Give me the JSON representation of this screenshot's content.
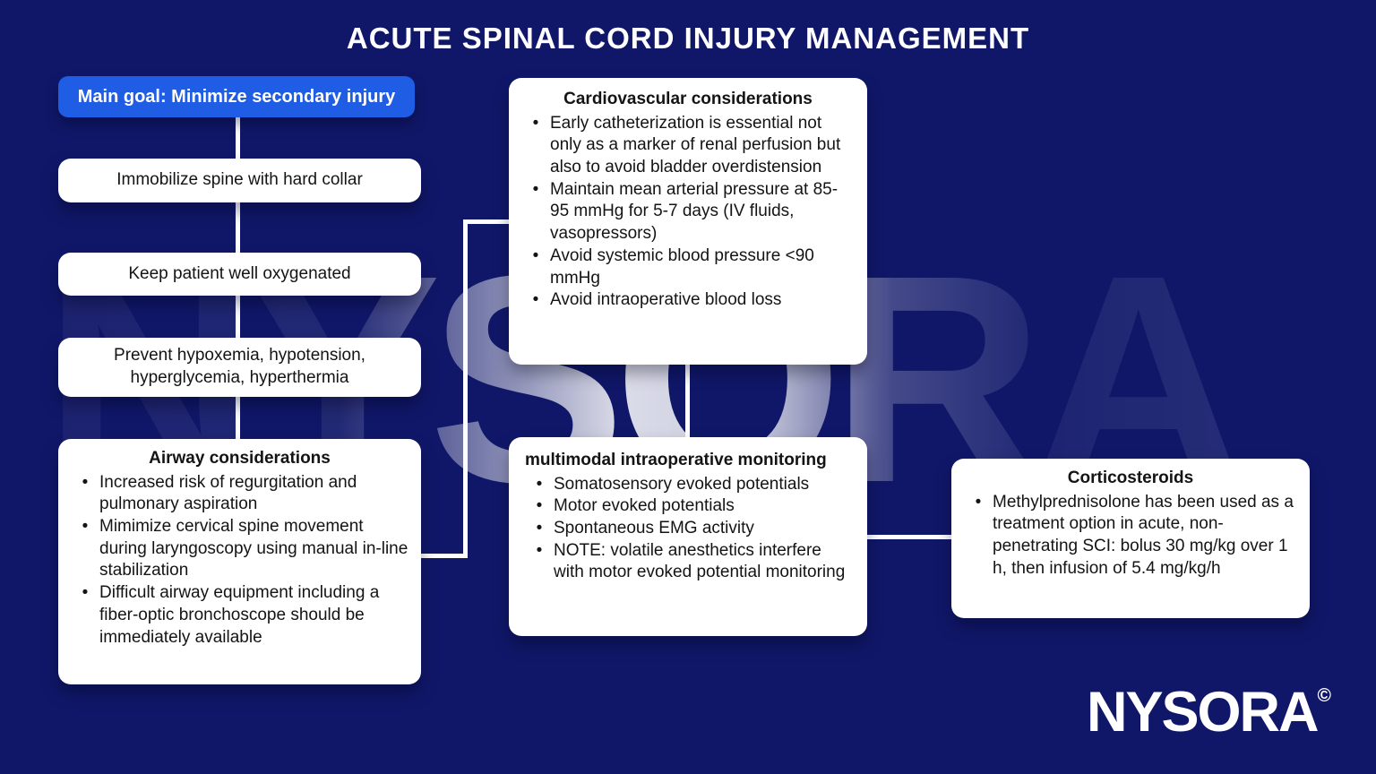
{
  "page": {
    "title": "ACUTE SPINAL CORD INJURY MANAGEMENT"
  },
  "colors": {
    "background": "#101769",
    "accent_blue": "#1f5de4",
    "box_white": "#ffffff",
    "connector_white": "#ffffff",
    "text_dark": "#141414"
  },
  "flowchart": {
    "main_goal": "Main goal: Minimize secondary injury",
    "steps": [
      "Immobilize spine with hard collar",
      "Keep patient well oxygenated",
      "Prevent hypoxemia, hypotension, hyperglycemia, hyperthermia"
    ],
    "airway": {
      "title": "Airway considerations",
      "bullets": [
        "Increased risk of regurgitation and pulmonary aspiration",
        "Mimimize cervical spine movement during laryngoscopy using manual in-line stabilization",
        "Difficult airway equipment including a fiber-optic bronchoscope should be immediately available"
      ]
    },
    "cardiovascular": {
      "title": "Cardiovascular considerations",
      "bullets": [
        "Early catheterization is essential not only as a marker of renal perfusion but also to avoid bladder overdistension",
        "Maintain mean arterial pressure at 85-95 mmHg for 5-7 days (IV fluids, vasopressors)",
        "Avoid systemic blood pressure <90 mmHg",
        "Avoid intraoperative blood loss"
      ]
    },
    "monitoring": {
      "title": "multimodal intraoperative monitoring",
      "bullets": [
        "Somatosensory evoked potentials",
        "Motor evoked potentials",
        "Spontaneous EMG activity",
        "NOTE: volatile anesthetics interfere with motor evoked potential monitoring"
      ]
    },
    "corticosteroids": {
      "title": "Corticosteroids",
      "bullets": [
        "Methylprednisolone has been used as a treatment option in acute, non-penetrating SCI: bolus 30 mg/kg over 1 h, then infusion of 5.4 mg/kg/h"
      ]
    }
  },
  "watermark": {
    "text": "NYSORA",
    "copyright": "©"
  },
  "logo": {
    "text": "NYSORA",
    "copyright": "©"
  }
}
